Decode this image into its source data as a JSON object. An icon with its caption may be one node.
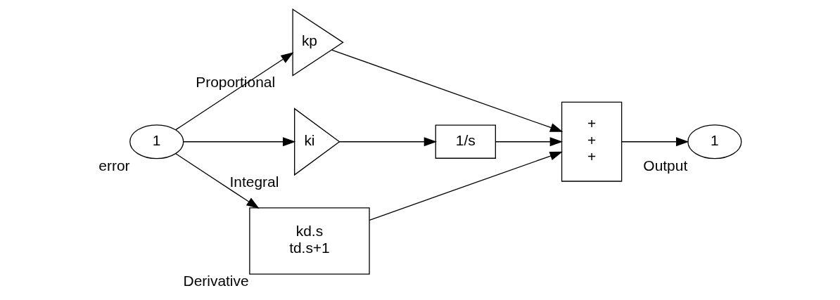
{
  "diagram": {
    "nodes": [
      {
        "text": [
          "1"
        ],
        "beside": [
          "error"
        ]
      },
      {
        "text": [
          "kp"
        ],
        "beside": [
          "Proportional"
        ]
      },
      {
        "text": [
          "ki"
        ],
        "beside": [
          "Integral"
        ]
      },
      {
        "text": [
          "1/s"
        ]
      },
      {
        "text": [
          "kd.s",
          "td.s+1"
        ],
        "beside": [
          "Derivative"
        ]
      },
      {
        "text": [
          "+",
          "+",
          "+"
        ]
      },
      {
        "text": [
          "1"
        ],
        "beside": [
          "Output"
        ]
      }
    ],
    "edges": [
      {
        "from": 0,
        "to": 1,
        "arrow": "to"
      },
      {
        "from": 0,
        "to": 2,
        "arrow": "to"
      },
      {
        "from": 0,
        "to": 4,
        "arrow": "to"
      },
      {
        "from": 2,
        "to": 3,
        "arrow": "to"
      },
      {
        "from": 1,
        "to": 5,
        "arrow": "to"
      },
      {
        "from": 3,
        "to": 5,
        "arrow": "to"
      },
      {
        "from": 4,
        "to": 5,
        "arrow": "to"
      },
      {
        "from": 5,
        "to": 6,
        "arrow": "to"
      }
    ]
  }
}
